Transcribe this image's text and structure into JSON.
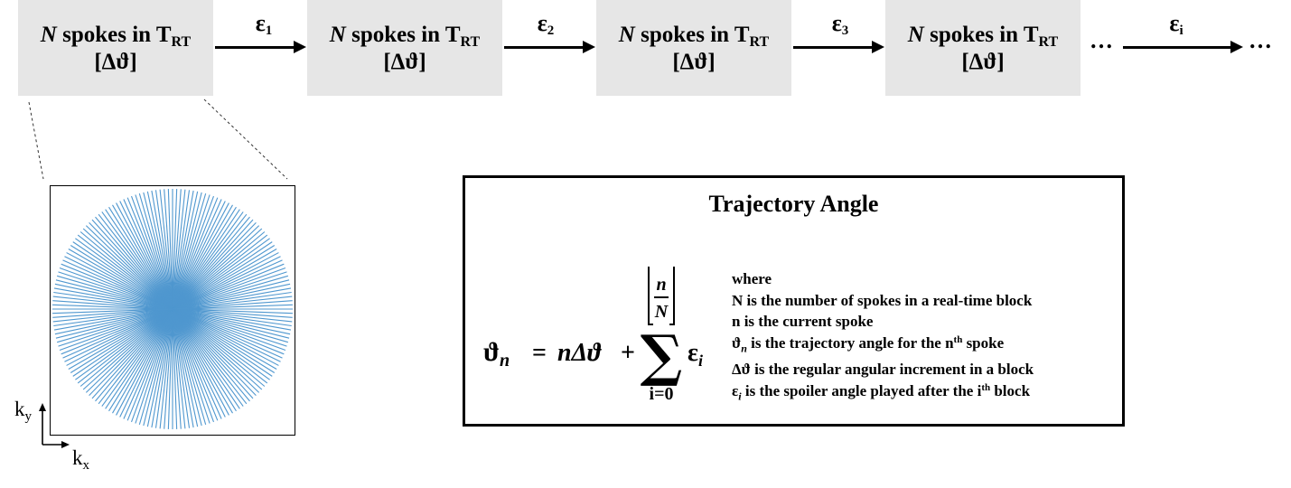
{
  "blocks": [
    {
      "n": "N",
      "text": " spokes in T",
      "sub": "RT",
      "delta": "[Δϑ]"
    },
    {
      "n": "N",
      "text": " spokes in T",
      "sub": "RT",
      "delta": "[Δϑ]"
    },
    {
      "n": "N",
      "text": " spokes in T",
      "sub": "RT",
      "delta": "[Δϑ]"
    },
    {
      "n": "N",
      "text": " spokes in T",
      "sub": "RT",
      "delta": "[Δϑ]"
    }
  ],
  "arrows": [
    {
      "symbol": "ε",
      "sub": "1"
    },
    {
      "symbol": "ε",
      "sub": "2"
    },
    {
      "symbol": "ε",
      "sub": "3"
    },
    {
      "symbol": "ε",
      "sub": "i"
    }
  ],
  "ellipsis": "…",
  "kspace": {
    "spoke_color": "#4f97cf",
    "spoke_count": 90,
    "ky": {
      "base": "k",
      "sub": "y"
    },
    "kx": {
      "base": "k",
      "sub": "x"
    }
  },
  "angle_box": {
    "title": "Trajectory Angle",
    "formula": {
      "lhs_symbol": "ϑ",
      "lhs_sub": "n",
      "equals": "=",
      "term": "nΔϑ",
      "plus": "+",
      "sum": "∑",
      "upper_n": "n",
      "upper_N": "N",
      "lower": "i=0",
      "eps": "ε",
      "eps_sub": "i"
    },
    "legend": {
      "where": "where",
      "line1": "N is the number of spokes in a real-time block",
      "line2": "n is the current spoke",
      "line3_sym": "ϑ",
      "line3_sub": "n",
      "line3_text": " is the trajectory angle for the n",
      "line3_sup": "th",
      "line3_end": " spoke",
      "line4": "Δϑ is the regular angular increment in a block",
      "line5_sym": "ε",
      "line5_sub": "i",
      "line5_text": " is the spoiler angle played after the i",
      "line5_sup": "th",
      "line5_end": " block"
    }
  }
}
